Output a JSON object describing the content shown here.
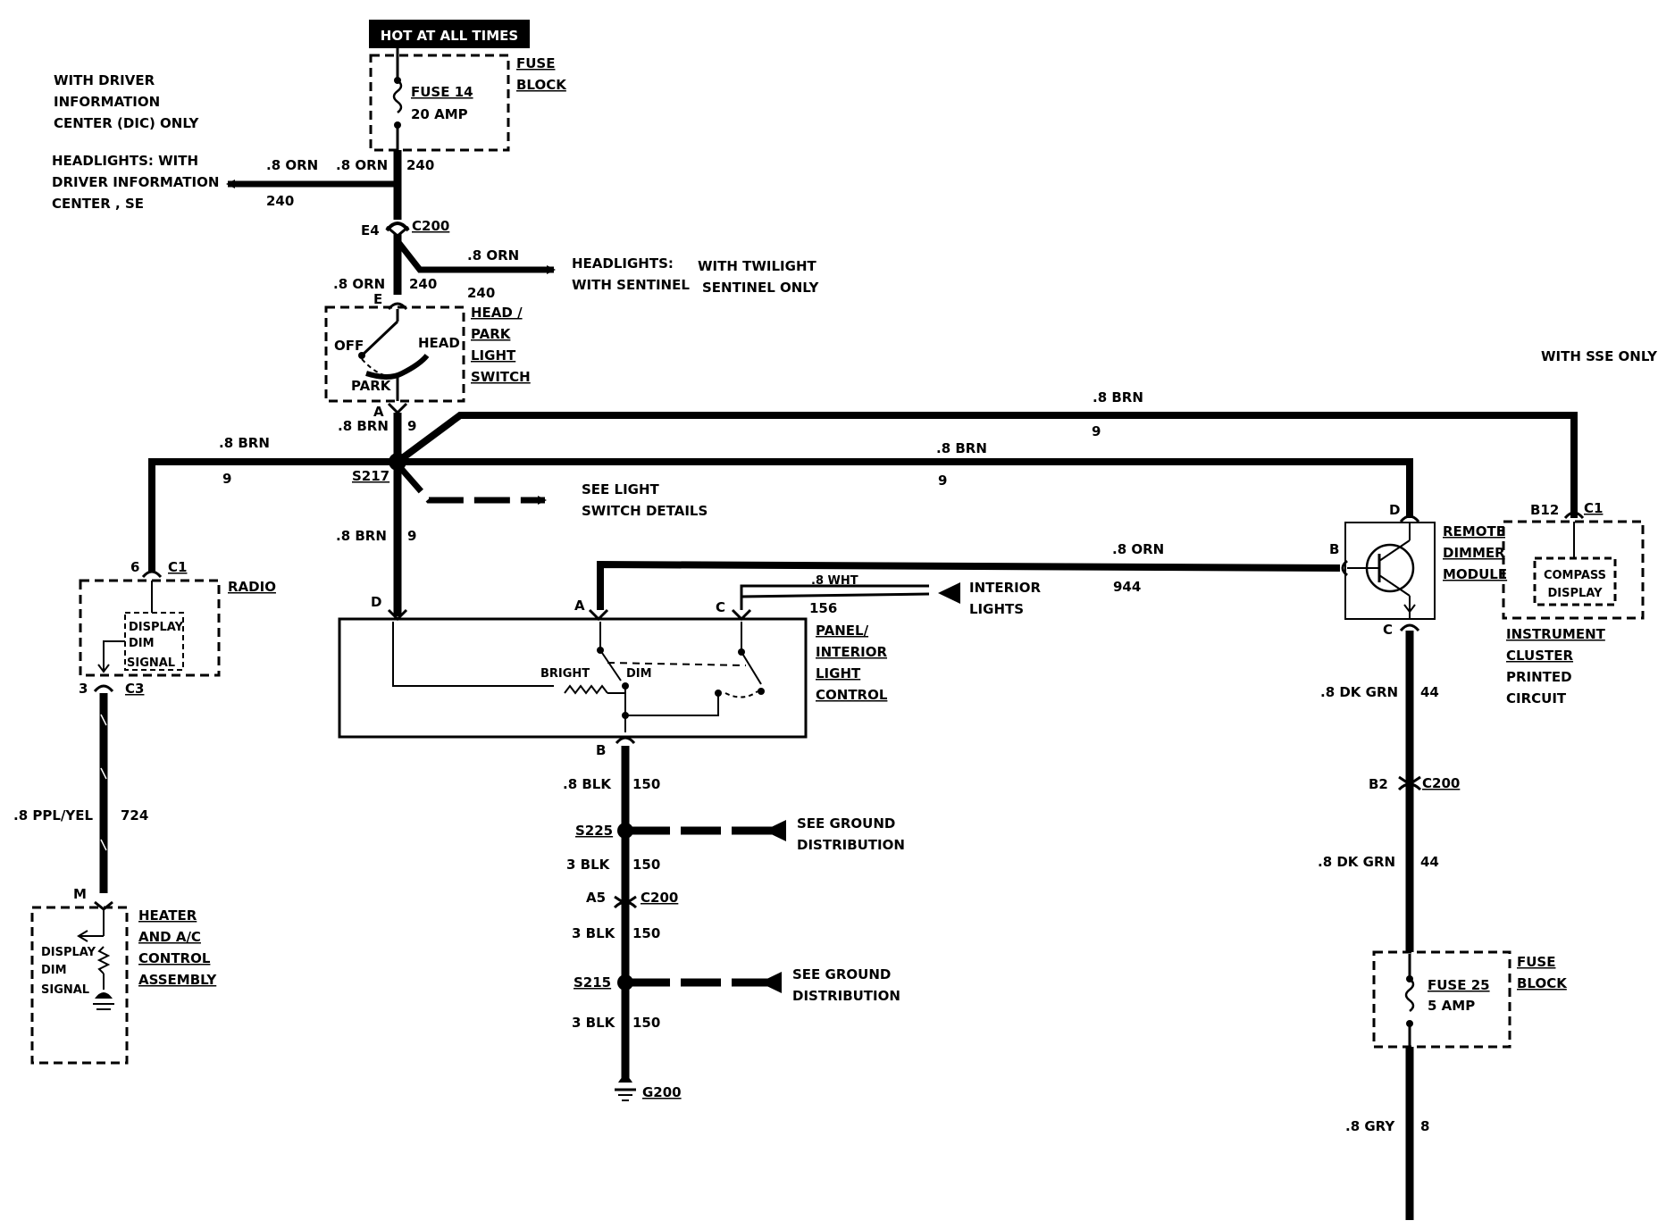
{
  "power": {
    "hot_at_all_times": "HOT AT ALL TIMES"
  },
  "fuse_block_top": {
    "label_line1": "FUSE",
    "label_line2": "BLOCK",
    "fuse": "FUSE 14",
    "rating": "20 AMP"
  },
  "notes": {
    "dic_line1": "WITH DRIVER",
    "dic_line2": "INFORMATION",
    "dic_line3": "CENTER (DIC) ONLY",
    "sse_only": "WITH SSE ONLY"
  },
  "headlights_dic": {
    "line1": "HEADLIGHTS: WITH",
    "line2": "DRIVER INFORMATION",
    "line3": "CENTER , SE"
  },
  "headlights_sentinel": {
    "line1": "HEADLIGHTS:",
    "line2": "WITH SENTINEL",
    "twilight1": "WITH TWILIGHT",
    "twilight2": "SENTINEL ONLY"
  },
  "wires": {
    "orn08": ".8 ORN",
    "c240": "240",
    "brn08": ".8 BRN",
    "c9": "9",
    "wht08": ".8 WHT",
    "c156": "156",
    "c944": "944",
    "dkgrn08": ".8 DK GRN",
    "c44": "44",
    "blk08": ".8 BLK",
    "blk3": "3 BLK",
    "c150": "150",
    "ppl": ".8 PPL/YEL",
    "c724": "724",
    "gry": ".8 GRY",
    "c8": "8"
  },
  "connectors": {
    "c200": "C200",
    "e4": "E4",
    "e": "E",
    "a": "A",
    "b": "B",
    "c": "C",
    "d": "D",
    "s217": "S217",
    "s225": "S225",
    "s215": "S215",
    "a5": "A5",
    "b2": "B2",
    "g200": "G200",
    "c1": "C1",
    "c3": "C3",
    "pin6": "6",
    "pin3": "3",
    "pin_m": "M",
    "b12": "B12"
  },
  "head_switch": {
    "line1": "HEAD /",
    "line2": "PARK",
    "line3": "LIGHT",
    "line4": "SWITCH",
    "off": "OFF",
    "head": "HEAD",
    "park": "PARK"
  },
  "see_light_switch": {
    "line1": "SEE LIGHT",
    "line2": "SWITCH DETAILS"
  },
  "panel_control": {
    "line1": "PANEL/",
    "line2": "INTERIOR",
    "line3": "LIGHT",
    "line4": "CONTROL",
    "bright": "BRIGHT",
    "dim": "DIM"
  },
  "interior_lights": {
    "line1": "INTERIOR",
    "line2": "LIGHTS"
  },
  "see_ground": {
    "line1": "SEE GROUND",
    "line2": "DISTRIBUTION"
  },
  "radio": {
    "label": "RADIO",
    "display1": "DISPLAY",
    "display2": "DIM",
    "display3": "SIGNAL"
  },
  "heater": {
    "line1": "HEATER",
    "line2": "AND A/C",
    "line3": "CONTROL",
    "line4": "ASSEMBLY",
    "display1": "DISPLAY",
    "display2": "DIM",
    "display3": "SIGNAL"
  },
  "dimmer": {
    "line1": "REMOTE",
    "line2": "DIMMER",
    "line3": "MODULE"
  },
  "cluster": {
    "compass1": "COMPASS",
    "compass2": "DISPLAY",
    "line1": "INSTRUMENT",
    "line2": "CLUSTER",
    "line3": "PRINTED",
    "line4": "CIRCUIT"
  },
  "fuse_block_bottom": {
    "label_line1": "FUSE",
    "label_line2": "BLOCK",
    "fuse": "FUSE 25",
    "rating": "5 AMP"
  }
}
